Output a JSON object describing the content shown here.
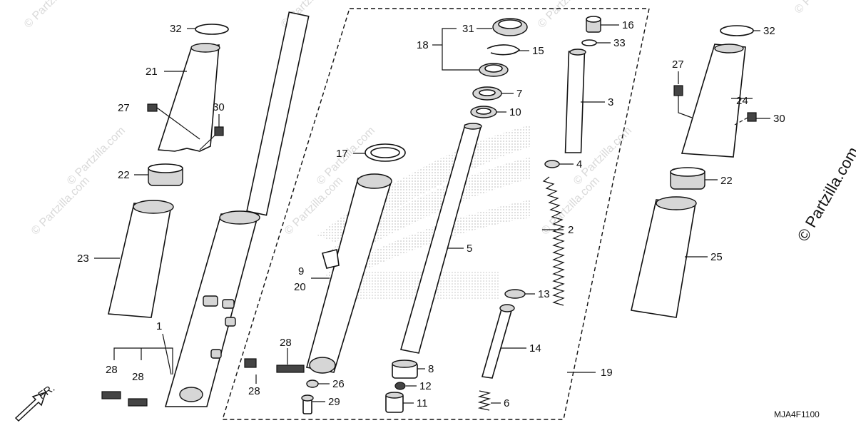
{
  "diagram": {
    "code": "MJA4F1100",
    "front_marker": "FR.",
    "watermark": "© Partzilla.com",
    "watermark_short": "© Partzilla.com",
    "labels": {
      "p1": "1",
      "p2": "2",
      "p3": "3",
      "p4": "4",
      "p5": "5",
      "p6": "6",
      "p7": "7",
      "p8": "8",
      "p9": "9",
      "p10": "10",
      "p11": "11",
      "p12": "12",
      "p13": "13",
      "p14": "14",
      "p15": "15",
      "p16": "16",
      "p17": "17",
      "p18": "18",
      "p19": "19",
      "p20": "20",
      "p21": "21",
      "p22a": "22",
      "p22b": "22",
      "p23": "23",
      "p24": "24",
      "p25": "25",
      "p26": "26",
      "p27a": "27",
      "p27b": "27",
      "p28a": "28",
      "p28b": "28",
      "p28c": "28",
      "p28d": "28",
      "p29": "29",
      "p30a": "30",
      "p30b": "30",
      "p31": "31",
      "p32a": "32",
      "p32b": "32",
      "p33": "33"
    }
  }
}
